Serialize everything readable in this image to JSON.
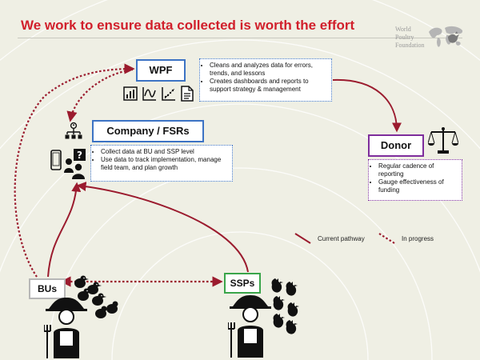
{
  "title": "We work to ensure data collected is worth the effort",
  "logo": {
    "lines": [
      "World",
      "Poultry",
      "Foundation"
    ]
  },
  "nodes": {
    "wpf": "WPF",
    "company": "Company / FSRs",
    "donor": "Donor",
    "bus": "BUs",
    "ssps": "SSPs"
  },
  "notes": {
    "wpf": [
      "Cleans and analyzes data for errors, trends, and lessons",
      "Creates dashboards and reports to support strategy & management"
    ],
    "company": [
      "Collect data at BU and SSP level",
      "Use data to track implementation, manage field team, and plan growth"
    ],
    "donor": [
      "Regular cadence of reporting",
      "Gauge effectiveness of funding"
    ]
  },
  "legend": {
    "current": "Current pathway",
    "progress": "In progress"
  },
  "colors": {
    "title_red": "#d11f2b",
    "arrow_maroon": "#9b1b2e",
    "wpf_border": "#3c73c4",
    "donor_border": "#7e2d9c",
    "ssps_border": "#3aa54a",
    "bus_border": "#b7b7b7"
  },
  "icons": [
    "bar-chart-icon",
    "line-chart-icon",
    "scatter-chart-icon",
    "document-icon",
    "org-chart-icon",
    "smartphone-icon",
    "help-desk-icon",
    "scales-icon",
    "farmer-icon",
    "chicken-icon",
    "rooster-icon",
    "world-map-icon"
  ]
}
